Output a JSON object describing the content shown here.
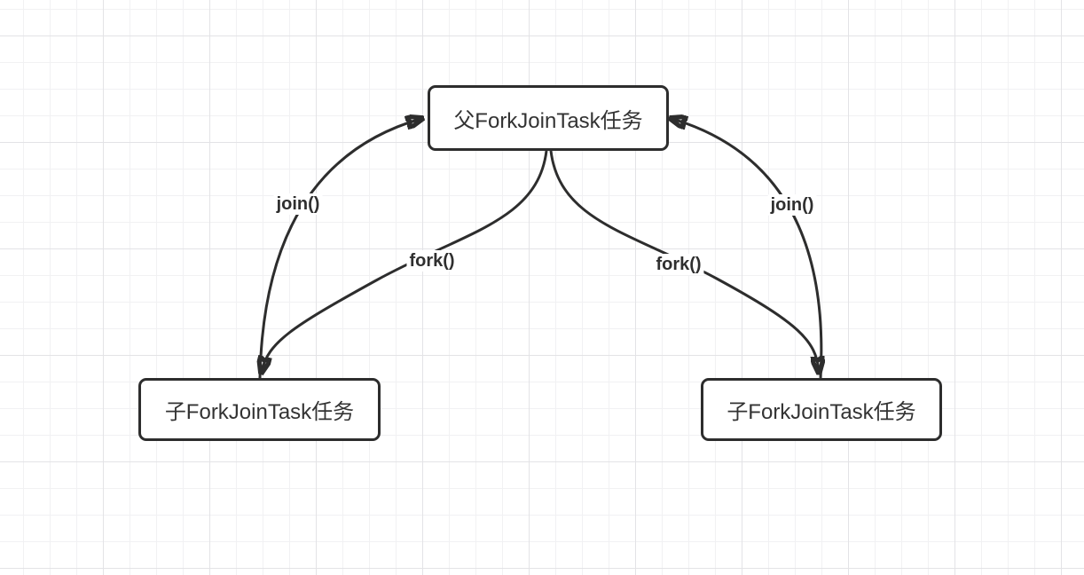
{
  "canvas": {
    "background_color": "#ffffff",
    "grid_minor_color": "#f1f1f3",
    "grid_major_color": "#e3e3e6"
  },
  "diagram": {
    "stroke_color": "#2d2d2d",
    "node_fill_color": "#ffffff",
    "text_color": "#333333",
    "nodes": [
      {
        "id": "parent-task",
        "label": "父ForkJoinTask任务"
      },
      {
        "id": "child-task-left",
        "label": "子ForkJoinTask任务"
      },
      {
        "id": "child-task-right",
        "label": "子ForkJoinTask任务"
      }
    ],
    "edges": [
      {
        "id": "join-left",
        "label": "join()",
        "from": "child-task-left",
        "to": "parent-task"
      },
      {
        "id": "fork-left",
        "label": "fork()",
        "from": "parent-task",
        "to": "child-task-left"
      },
      {
        "id": "fork-right",
        "label": "fork()",
        "from": "parent-task",
        "to": "child-task-right"
      },
      {
        "id": "join-right",
        "label": "join()",
        "from": "child-task-right",
        "to": "parent-task"
      }
    ]
  }
}
